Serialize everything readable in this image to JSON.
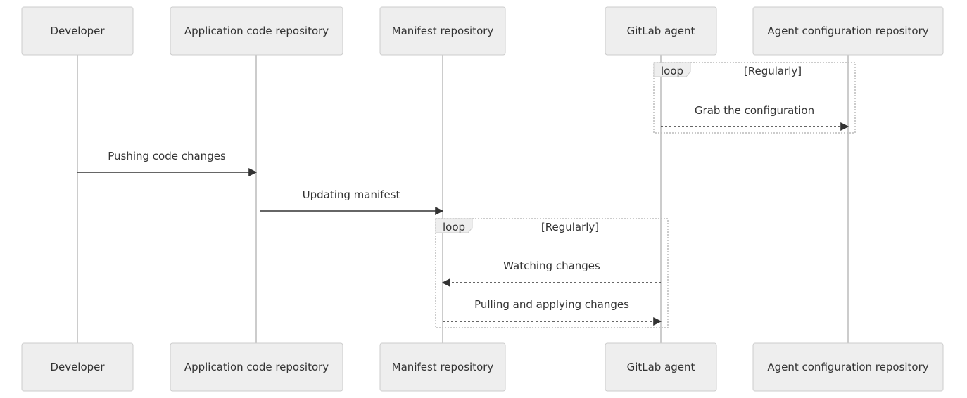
{
  "participants": [
    {
      "id": "dev",
      "label": "Developer"
    },
    {
      "id": "app",
      "label": "Application code repository"
    },
    {
      "id": "man",
      "label": "Manifest repository"
    },
    {
      "id": "agent",
      "label": "GitLab agent"
    },
    {
      "id": "cfg",
      "label": "Agent configuration repository"
    }
  ],
  "loops": [
    {
      "keyword": "loop",
      "condition": "[Regularly]"
    },
    {
      "keyword": "loop",
      "condition": "[Regularly]"
    }
  ],
  "messages": [
    {
      "from": "agent",
      "to": "cfg",
      "text": "Grab the configuration",
      "style": "dashed"
    },
    {
      "from": "dev",
      "to": "app",
      "text": "Pushing code changes",
      "style": "solid"
    },
    {
      "from": "app",
      "to": "man",
      "text": "Updating manifest",
      "style": "solid"
    },
    {
      "from": "agent",
      "to": "man",
      "text": "Watching changes",
      "style": "dashed"
    },
    {
      "from": "man",
      "to": "agent",
      "text": "Pulling and applying changes",
      "style": "dashed"
    }
  ]
}
